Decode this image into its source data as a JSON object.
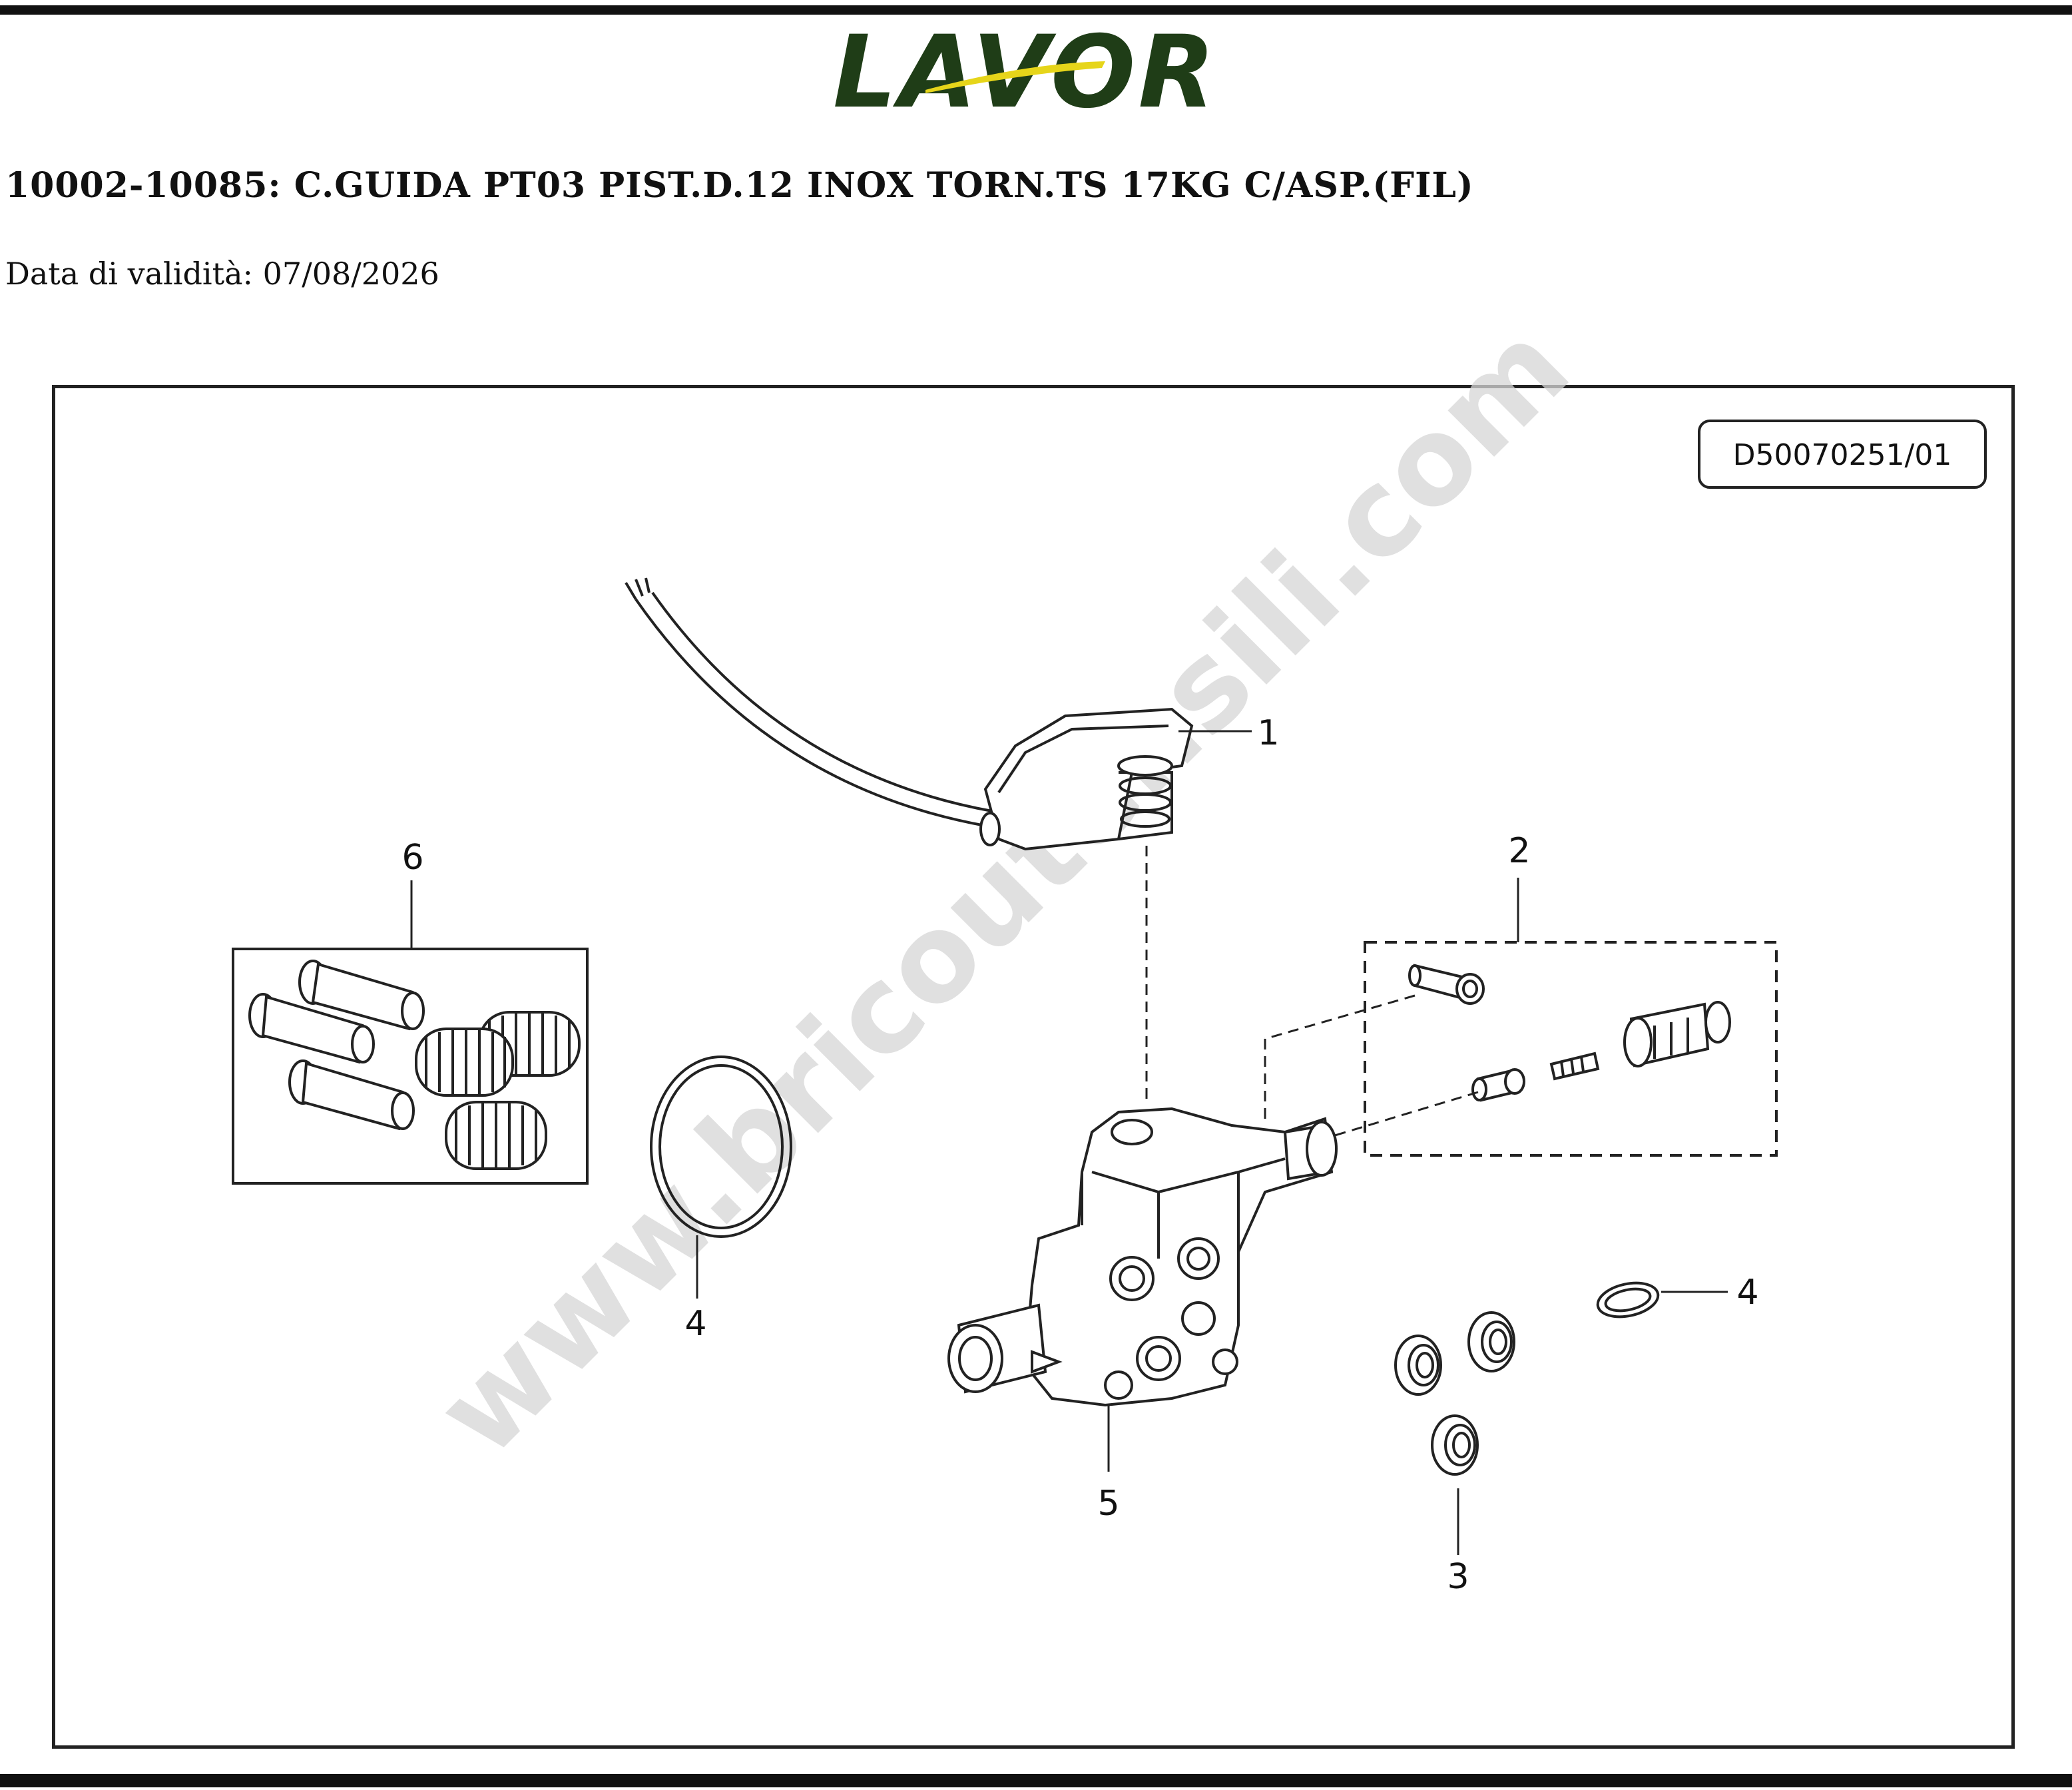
{
  "header": {
    "brand": "LAVOR",
    "title": "10002-10085: C.GUIDA PT03 PIST.D.12 INOX TORN.TS 17KG C/ASP.(FIL)",
    "validity_label": "Data di validità:",
    "validity_date": "07/08/2026"
  },
  "drawing": {
    "code": "D50070251/01",
    "watermark": "www.bricoutensili.com",
    "callouts": {
      "c1": "1",
      "c2": "2",
      "c3": "3",
      "c4a": "4",
      "c4b": "4",
      "c5": "5",
      "c6": "6"
    }
  },
  "colors": {
    "brand_green": "#1f3d17",
    "brand_yellow": "#e6d51a"
  }
}
